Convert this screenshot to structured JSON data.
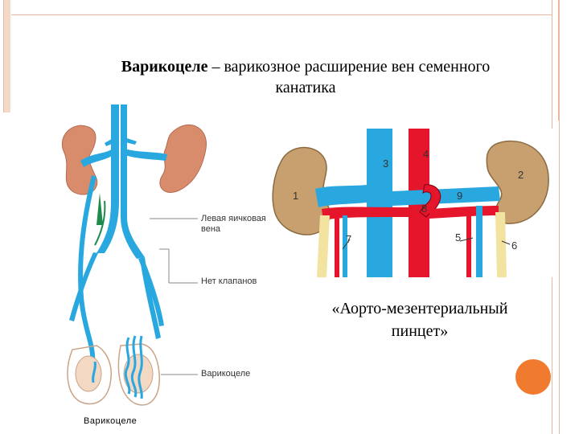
{
  "title": {
    "bold": "Варикоцеле",
    "rest": " – варикозное расширение вен семенного",
    "line2": "канатика"
  },
  "left_diagram": {
    "labels": {
      "left_testicular_vein_1": "Левая яичковая",
      "left_testicular_vein_2": "вена",
      "no_valves": "Нет клапанов",
      "varicocele": "Варикоцеле"
    },
    "bottom_caption": "Варикоцеле"
  },
  "right_diagram": {
    "numbers": [
      "1",
      "2",
      "3",
      "4",
      "5",
      "6",
      "7",
      "8",
      "9"
    ],
    "caption_line1": "«Аорто-мезентериальный",
    "caption_line2": "пинцет»"
  },
  "colors": {
    "vein_blue": "#29a8e0",
    "artery_red": "#e5162b",
    "kidney_tan": "#c8a06f",
    "accent_orange": "#f07a2e"
  }
}
